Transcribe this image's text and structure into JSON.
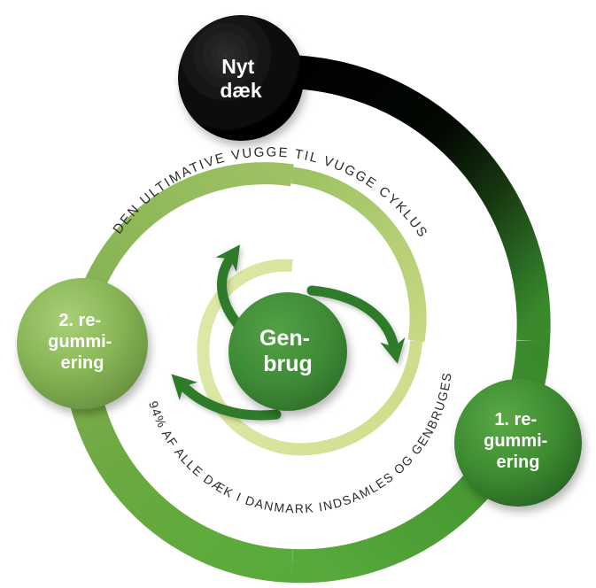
{
  "diagram": {
    "arc_title": "DEN ULTIMATIVE VUGGE TIL VUGGE CYKLUS",
    "arc_stat": "94% AF ALLE DÆK I DANMARK INDSAMLES OG GENBRUGES",
    "nodes": {
      "new_tire": {
        "lines": [
          "Nyt",
          "dæk"
        ],
        "color": "#0a0a0a"
      },
      "retread_2": {
        "lines": [
          "2. re-",
          "gummi-",
          "ering"
        ],
        "color": "#85b154"
      },
      "retread_1": {
        "lines": [
          "1. re-",
          "gummi-",
          "ering"
        ],
        "color": "#3f8d33"
      },
      "reuse": {
        "lines": [
          "Gen-",
          "brug"
        ],
        "color": "#3f8c39"
      }
    },
    "colors": {
      "spiral_start": "#000000",
      "spiral_right": "#2f7527",
      "spiral_bottom": "#58ab3b",
      "spiral_left": "#85b154",
      "spiral_middle": "#a9c96a",
      "spiral_inner": "#d7e49a",
      "arrow": "#2e7c2c",
      "arc_text": "#2b2b2b"
    }
  }
}
